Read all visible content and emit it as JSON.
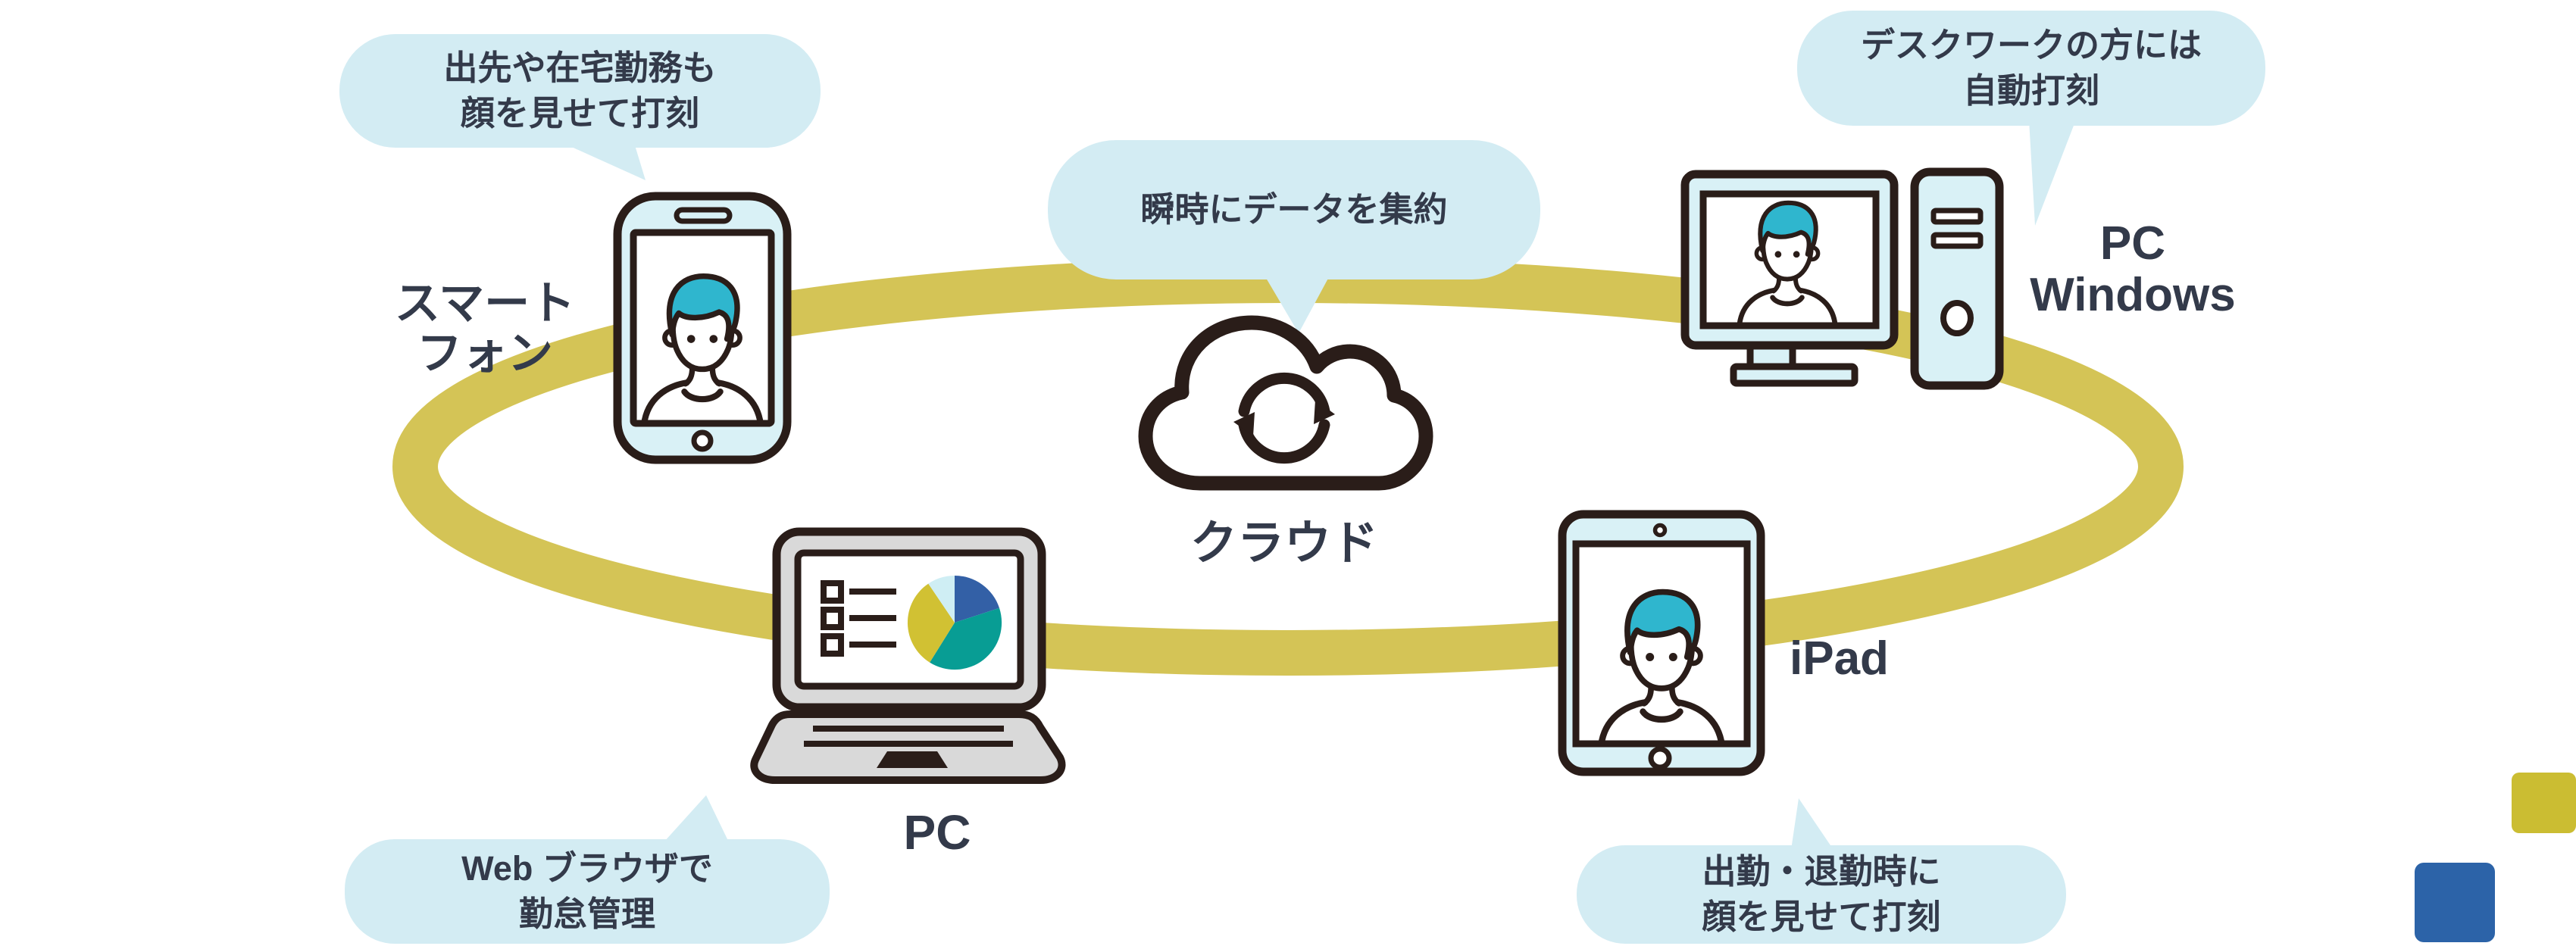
{
  "bubbles": {
    "smartphone": {
      "line1": "出先や在宅勤務も",
      "line2": "顔を見せて打刻"
    },
    "cloud": {
      "line1": "瞬時にデータを集約"
    },
    "desktop": {
      "line1": "デスクワークの方には",
      "line2": "自動打刻"
    },
    "laptop": {
      "line1": "Web ブラウザで",
      "line2": "勤怠管理"
    },
    "ipad": {
      "line1": "出勤・退勤時に",
      "line2": "顔を見せて打刻"
    }
  },
  "labels": {
    "smartphone_line1": "スマート",
    "smartphone_line2": "フォン",
    "cloud": "クラウド",
    "desktop_line1": "PC",
    "desktop_line2": "Windows",
    "ipad": "iPad",
    "laptop": "PC"
  },
  "icons": {
    "cloud": "cloud-outline",
    "sync": "circular-sync-arrows",
    "person": "person-bust-avatar",
    "checklist": "checklist-lines",
    "pie": "pie-chart"
  },
  "colors": {
    "ring": "#d4c456",
    "bubble": "#d3ecf3",
    "device": "#d9f1f6",
    "outline": "#2a1d19",
    "text": "#333a4a",
    "hair": "#2fb6ce",
    "gray": "#d9d9d9",
    "pie_blue": "#3360a6",
    "pie_teal": "#089d94",
    "pie_yellow": "#d1c133",
    "pie_cyan": "#cfeef4",
    "sq_yellow": "#cbbd32",
    "sq_blue": "#2c63a8"
  }
}
